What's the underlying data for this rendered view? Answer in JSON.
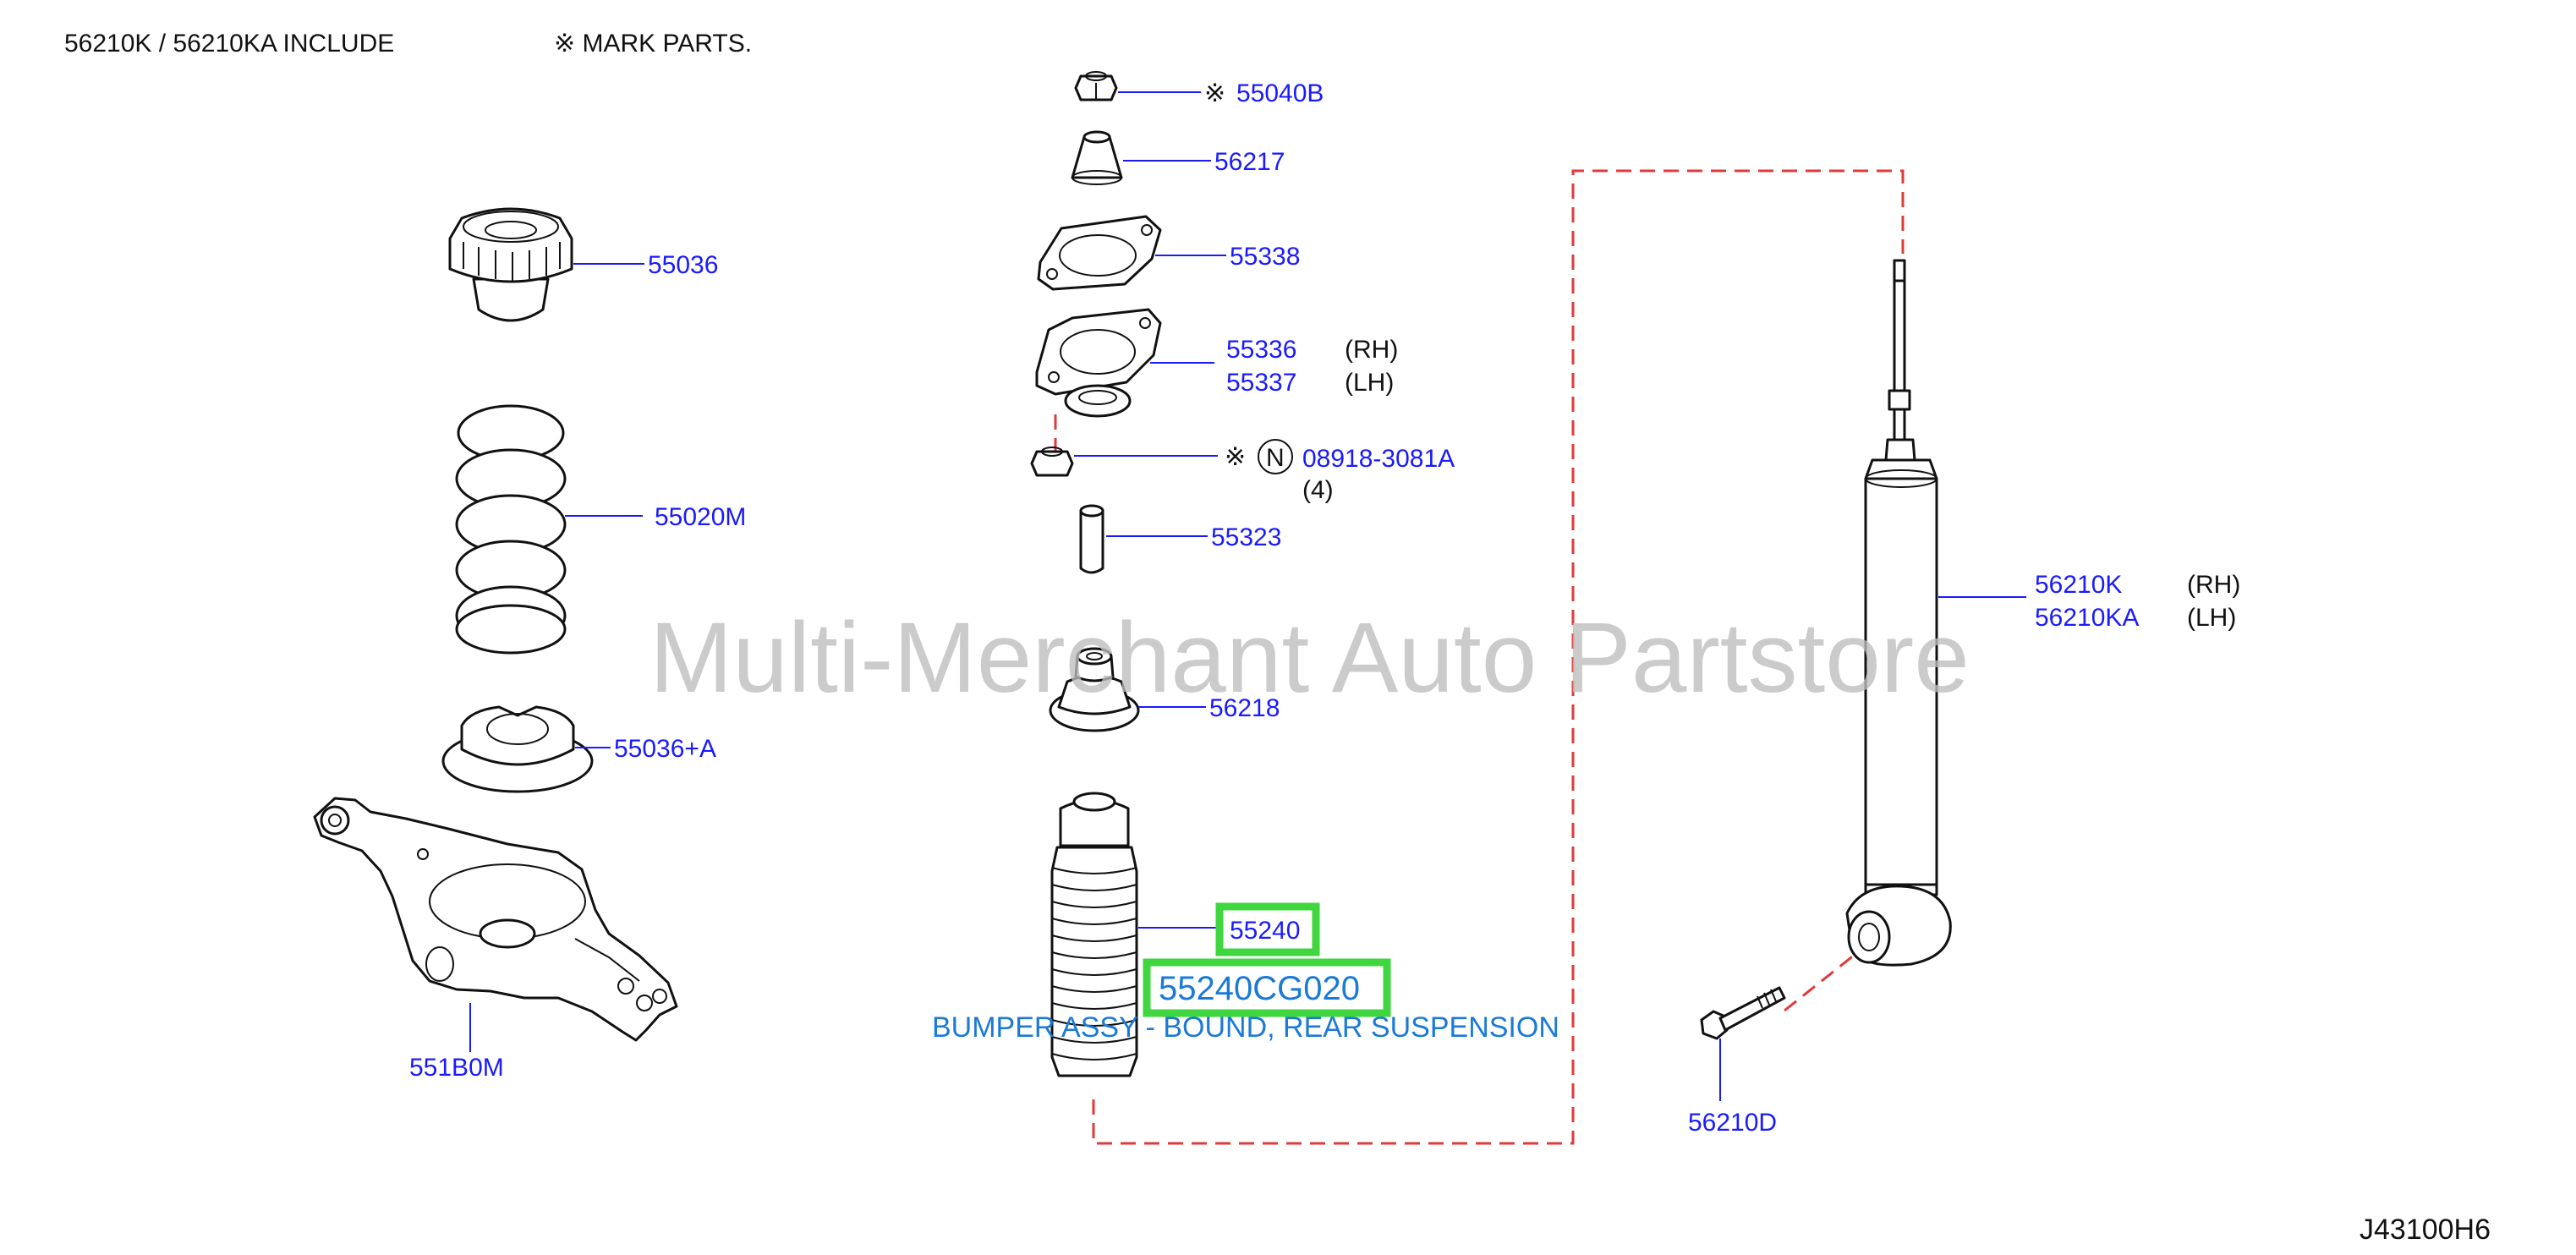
{
  "header": {
    "include_note": "56210K   /   56210KA   INCLUDE",
    "mark_note": "※ MARK   PARTS."
  },
  "diagram_code": "J43100H6",
  "watermark": "Multi-Merchant Auto Partstore",
  "parts": {
    "p55040B": {
      "mark": "※",
      "number": "55040B"
    },
    "p56217": "56217",
    "p55338": "55338",
    "p55336": {
      "number": "55336",
      "side": "(RH)"
    },
    "p55337": {
      "number": "55337",
      "side": "(LH)"
    },
    "p08918": {
      "mark": "※",
      "badge": "N",
      "number": "08918-3081A",
      "qty": "(4)"
    },
    "p55323": "55323",
    "p56218": "56218",
    "p55240": "55240",
    "p55036": "55036",
    "p55020M": "55020M",
    "p55036A": "55036+A",
    "p551B0M": "551B0M",
    "p56210K": {
      "number": "56210K",
      "side": "(RH)"
    },
    "p56210KA": {
      "number": "56210KA",
      "side": "(LH)"
    },
    "p56210D": "56210D"
  },
  "highlight": {
    "part_number": "55240CG020",
    "description": "BUMPER ASSY - BOUND, REAR SUSPENSION",
    "color": "#3fd63f"
  },
  "colors": {
    "label": "#1a1aff",
    "leader": "#1a1aff",
    "dashed_guide": "#e03a3a",
    "description": "#1a7ad6",
    "watermark": "#bdbdbd"
  }
}
